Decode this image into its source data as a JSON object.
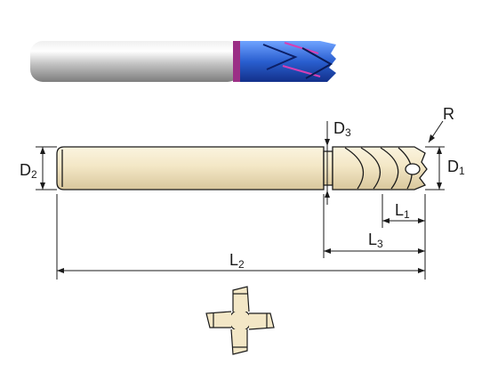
{
  "labels": {
    "D1": "D",
    "D1_sub": "1",
    "D2": "D",
    "D2_sub": "2",
    "D3": "D",
    "D3_sub": "3",
    "L1": "L",
    "L1_sub": "1",
    "L2": "L",
    "L2_sub": "2",
    "L3": "L",
    "L3_sub": "3",
    "R": "R"
  },
  "colors": {
    "shank_photo": "#c9c9c9",
    "flute_coating": "#2a63d6",
    "flute_highlight": "#cc2fa8",
    "drawing_fill": "#f3e7c6",
    "line": "#1a1a1a"
  }
}
